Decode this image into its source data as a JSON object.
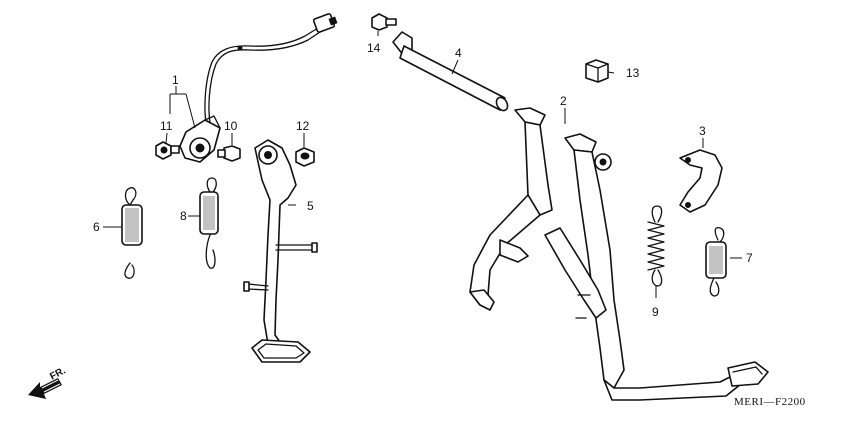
{
  "diagram_code": "MERI—F2200",
  "direction_label": "FR.",
  "parts": [
    {
      "key": "p1",
      "label": "1"
    },
    {
      "key": "p2",
      "label": "2"
    },
    {
      "key": "p3",
      "label": "3"
    },
    {
      "key": "p4",
      "label": "4"
    },
    {
      "key": "p5",
      "label": "5"
    },
    {
      "key": "p6",
      "label": "6"
    },
    {
      "key": "p7",
      "label": "7"
    },
    {
      "key": "p8",
      "label": "8"
    },
    {
      "key": "p9",
      "label": "9"
    },
    {
      "key": "p10",
      "label": "10"
    },
    {
      "key": "p11",
      "label": "11"
    },
    {
      "key": "p12",
      "label": "12"
    },
    {
      "key": "p13",
      "label": "13"
    },
    {
      "key": "p14",
      "label": "14"
    }
  ],
  "icons": {
    "direction_arrow": "arrow-front-icon"
  }
}
